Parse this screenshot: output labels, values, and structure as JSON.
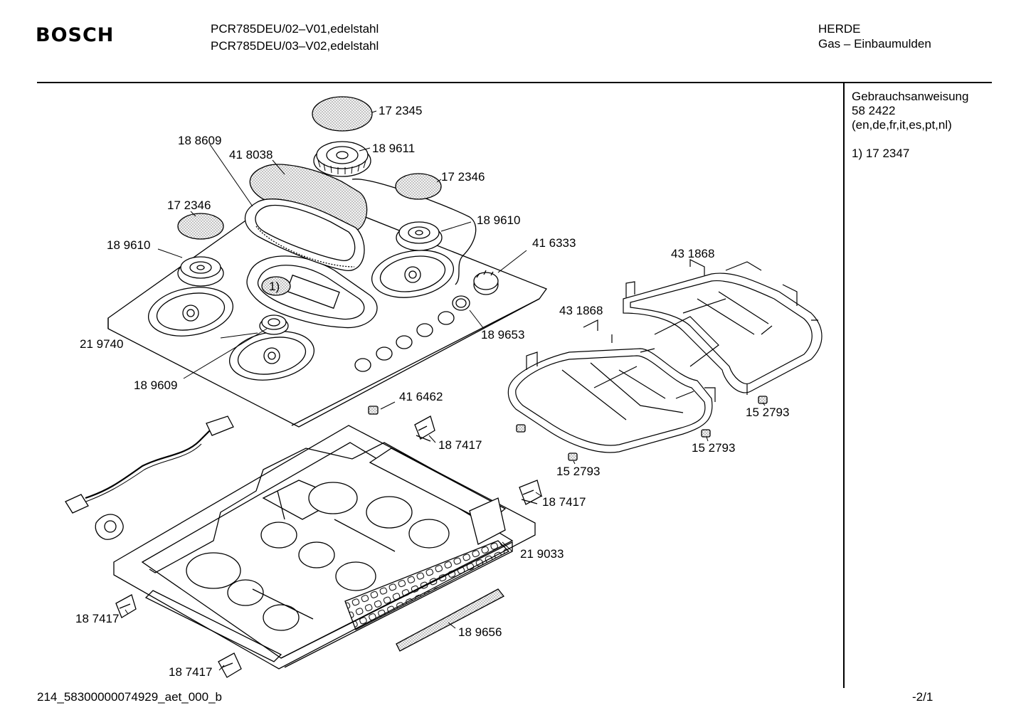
{
  "header": {
    "brand": "BOSCH",
    "model_line_1": "PCR785DEU/02–V01,edelstahl",
    "model_line_2": "PCR785DEU/03–V02,edelstahl",
    "category_1": "HERDE",
    "category_2": "Gas – Einbaumulden"
  },
  "sidebar": {
    "doc_title": "Gebrauchsanweisung",
    "doc_number": "58 2422",
    "doc_languages": "(en,de,fr,it,es,pt,nl)",
    "footnote": "1)  17 2347"
  },
  "parts": {
    "cap_large": "17 2345",
    "burner_top": "18 9611",
    "seal_long": "18 8609",
    "cap_oval": "41 8038",
    "cap_small_right": "17 2346",
    "cap_small_left": "17 2346",
    "burner_right": "18 9610",
    "burner_left": "18 9610",
    "knob": "41 6333",
    "grate_right": "43 1868",
    "grate_left": "43 1868",
    "footnote_marker": "1)",
    "hob_top": "21 9740",
    "ring_knob": "18 9653",
    "burner_front": "18 9609",
    "clip_small": "41 6462",
    "bracket_a": "18 7417",
    "bracket_b": "18 7417",
    "bracket_c": "18 7417",
    "bracket_d": "18 7417",
    "foot_right": "15 2793",
    "foot_mid": "15 2793",
    "foot_left": "15 2793",
    "base_tray": "21 9033",
    "strip": "18 9656"
  },
  "footer": {
    "drawing_id": "214_58300000074929_aet_000_b",
    "page": "-2/1"
  }
}
